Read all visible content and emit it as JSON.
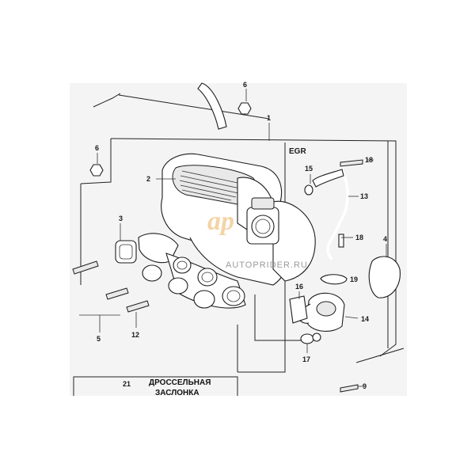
{
  "diagram": {
    "group_label": "EGR",
    "callouts": [
      "1",
      "2",
      "3",
      "4",
      "5",
      "6",
      "6",
      "9",
      "12",
      "13",
      "14",
      "15",
      "16",
      "17",
      "18",
      "18",
      "19",
      "21"
    ],
    "caption_line1": "ДРОССЕЛЬНАЯ",
    "caption_line2": "ЗАСЛОНКА",
    "watermark": "AUTOPRIDER.RU"
  },
  "colors": {
    "line": "#1c1c1c",
    "sheet": "#f4f4f4",
    "watermark": "#e8a13a"
  }
}
